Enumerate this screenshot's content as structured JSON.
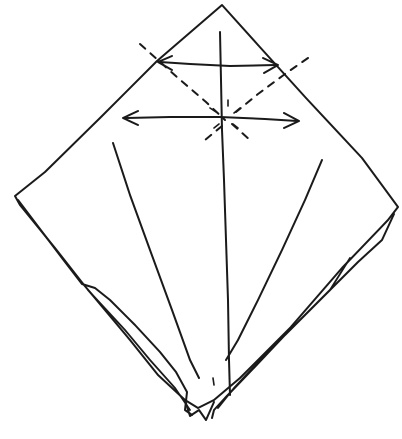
{
  "diagram": {
    "kind": "origami-fold-sketch",
    "ink_color": "#1a1a1a",
    "paper_color": "#ffffff",
    "elements": [
      "diamond-outline",
      "lower-left-folded-flap",
      "lower-right-folded-flap",
      "vertical-center-crease",
      "upper-horizontal-arrow",
      "lower-horizontal-arrow",
      "dashed-fold-marks",
      "left-radiating-crease",
      "right-radiating-crease",
      "center-radiating-crease"
    ]
  }
}
